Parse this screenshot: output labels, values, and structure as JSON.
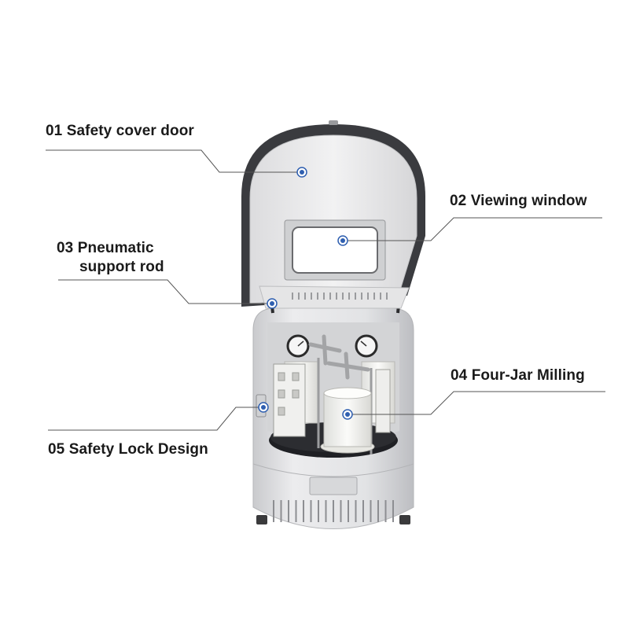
{
  "callouts": {
    "safety_cover_door": "01 Safety cover door",
    "viewing_window": "02 Viewing window",
    "pneumatic_line1": "03 Pneumatic",
    "pneumatic_line2": "support rod",
    "four_jar_milling": "04 Four-Jar Milling",
    "safety_lock_design": "05 Safety Lock Design"
  },
  "colors": {
    "body": "#e4e4e6",
    "body_shade": "#c9cacd",
    "cover_shell": "#3a3b3f",
    "cover_inner": "#ededee",
    "turntable": "#1f2024",
    "jar_white": "#f4f4f2",
    "marker": "#2f5fb0",
    "leader": "#555555"
  }
}
